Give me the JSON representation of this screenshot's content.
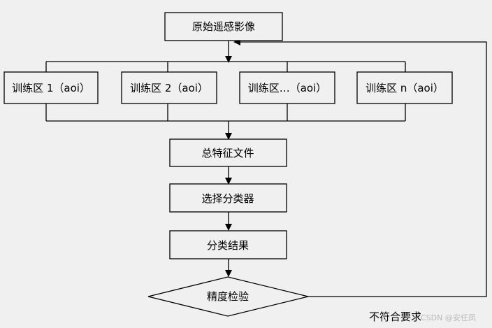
{
  "nodes": {
    "source": "原始遥感影像",
    "train_1": "训练区 1（aoi）",
    "train_2": "训练区 2（aoi）",
    "train_dots": "训练区…（aoi）",
    "train_n": "训练区 n（aoi）",
    "feature_file": "总特征文件",
    "select_classifier": "选择分类器",
    "classify_result": "分类结果",
    "accuracy_check": "精度检验"
  },
  "edge_labels": {
    "loop_back": "不符合要求"
  },
  "watermark": "CSDN @安任凤"
}
